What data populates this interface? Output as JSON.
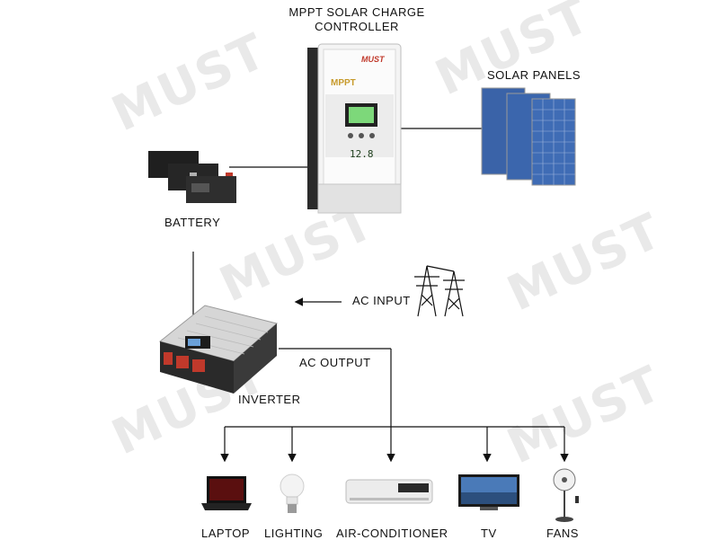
{
  "watermark": "MUST",
  "controller": {
    "title_line1": "MPPT SOLAR CHARGE",
    "title_line2": "CONTROLLER",
    "brand": "MUST",
    "model": "MPPT",
    "lcd_text": "12.8"
  },
  "labels": {
    "solar_panels": "SOLAR PANELS",
    "battery": "BATTERY",
    "ac_input": "AC INPUT",
    "ac_output": "AC OUTPUT",
    "inverter": "INVERTER"
  },
  "loads": [
    "LAPTOP",
    "LIGHTING",
    "AIR-CONDITIONER",
    "TV",
    "FANS"
  ],
  "colors": {
    "brand_red": "#c0392b",
    "lcd_green": "#7dd87a",
    "panel_blue": "#3a63a8"
  }
}
